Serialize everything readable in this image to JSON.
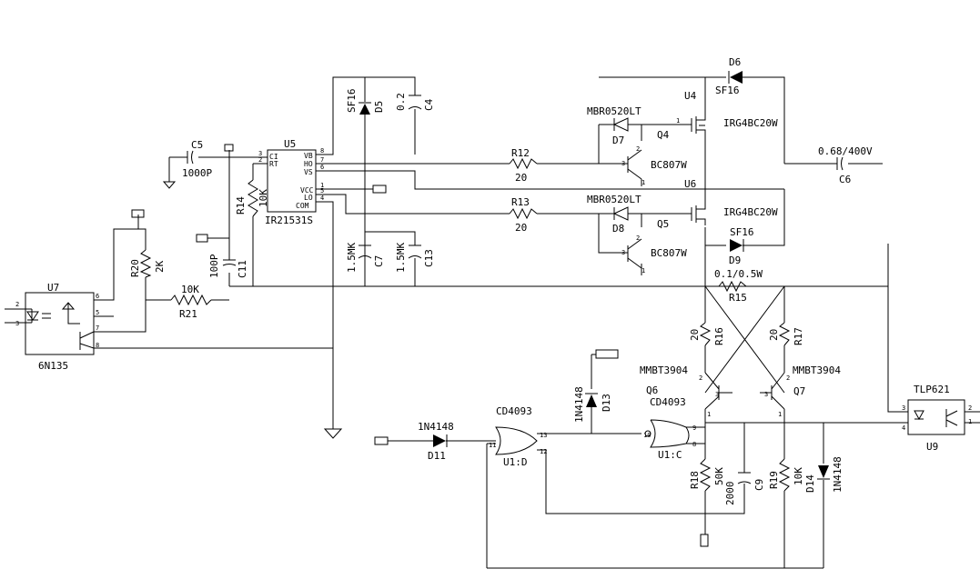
{
  "components": {
    "U5": {
      "ref": "U5",
      "value": "IR21531S",
      "pins": {
        "CI": "CI",
        "RT": "RT",
        "VB": "VB",
        "HO": "HO",
        "VS": "VS",
        "VCC": "VCC",
        "LO": "LO",
        "COM": "COM"
      },
      "pin_numbers": {
        "CI": "3",
        "RT": "2",
        "VB": "8",
        "HO": "7",
        "VS": "6",
        "VCC": "1",
        "LO": "5",
        "COM": "4"
      }
    },
    "C5": {
      "ref": "C5",
      "value": "1000P"
    },
    "R14": {
      "ref": "R14",
      "value": "10K"
    },
    "C11": {
      "ref": "C11",
      "value": "100P"
    },
    "R20": {
      "ref": "R20",
      "value": "2K"
    },
    "R21": {
      "ref": "R21",
      "value": "10K"
    },
    "U7": {
      "ref": "U7",
      "value": "6N135",
      "pins": [
        "2",
        "3",
        "6",
        "5",
        "7",
        "8"
      ]
    },
    "D5": {
      "ref": "D5",
      "value": "SF16"
    },
    "C4": {
      "ref": "C4",
      "value": "0.2"
    },
    "C7": {
      "ref": "C7",
      "value": "1.5MK"
    },
    "C13": {
      "ref": "C13",
      "value": "1.5MK"
    },
    "R12": {
      "ref": "R12",
      "value": "20"
    },
    "R13": {
      "ref": "R13",
      "value": "20"
    },
    "D7": {
      "ref": "D7",
      "value": "MBR0520LT"
    },
    "D8": {
      "ref": "D8",
      "value": "MBR0520LT"
    },
    "Q4": {
      "ref": "Q4",
      "value": "BC807W"
    },
    "Q5": {
      "ref": "Q5",
      "value": "BC807W"
    },
    "U4": {
      "ref": "U4",
      "value": "IRG4BC20W"
    },
    "U6": {
      "ref": "U6",
      "value": "IRG4BC20W"
    },
    "D6": {
      "ref": "D6",
      "value": "SF16"
    },
    "D9": {
      "ref": "D9",
      "value": "SF16"
    },
    "C6": {
      "ref": "C6",
      "value": "0.68/400V"
    },
    "R15": {
      "ref": "R15",
      "value": "0.1/0.5W"
    },
    "R16": {
      "ref": "R16",
      "value": "20"
    },
    "R17": {
      "ref": "R17",
      "value": "20"
    },
    "Q6": {
      "ref": "Q6",
      "value": "MMBT3904"
    },
    "Q7": {
      "ref": "Q7",
      "value": "MMBT3904"
    },
    "D13": {
      "ref": "D13",
      "value": "1N4148"
    },
    "D11": {
      "ref": "D11",
      "value": "1N4148"
    },
    "U1D": {
      "ref": "U1:D",
      "value": "CD4093",
      "pins": [
        "13",
        "11",
        "12"
      ]
    },
    "U1C": {
      "ref": "U1:C",
      "value": "CD4093",
      "pins": [
        "10",
        "9",
        "8"
      ]
    },
    "R18": {
      "ref": "R18",
      "value": "50K"
    },
    "C9": {
      "ref": "C9",
      "value": "2000"
    },
    "R19": {
      "ref": "R19",
      "value": "10K"
    },
    "D14": {
      "ref": "D14",
      "value": "1N4148"
    },
    "U9": {
      "ref": "U9",
      "value": "TLP621",
      "pins": [
        "3",
        "4",
        "2",
        "1"
      ]
    }
  },
  "pin_marks": {
    "one": "1",
    "two": "2",
    "three": "3"
  },
  "colors": {
    "wire": "#000000",
    "background": "#ffffff"
  }
}
